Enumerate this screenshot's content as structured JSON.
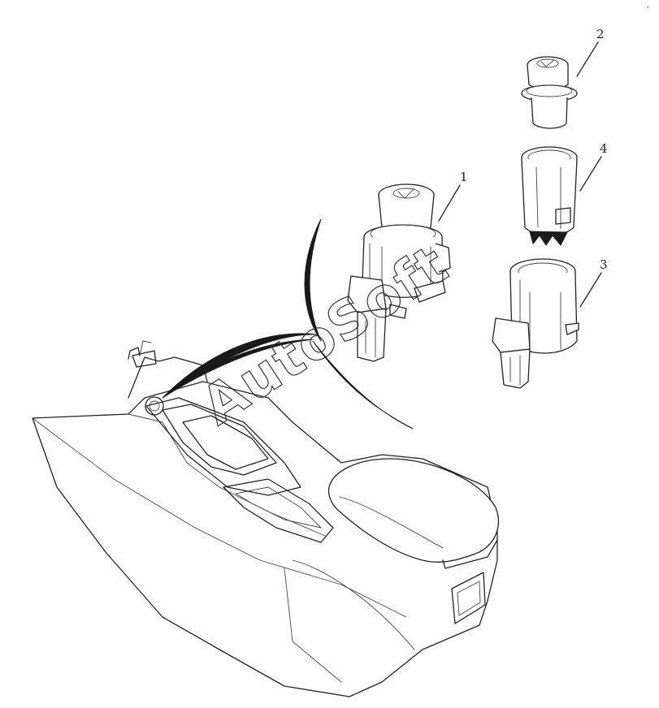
{
  "diagram": {
    "callouts": [
      "1",
      "2",
      "3",
      "4"
    ],
    "watermark": "AutoSoft",
    "corner_mark": "꜀"
  }
}
